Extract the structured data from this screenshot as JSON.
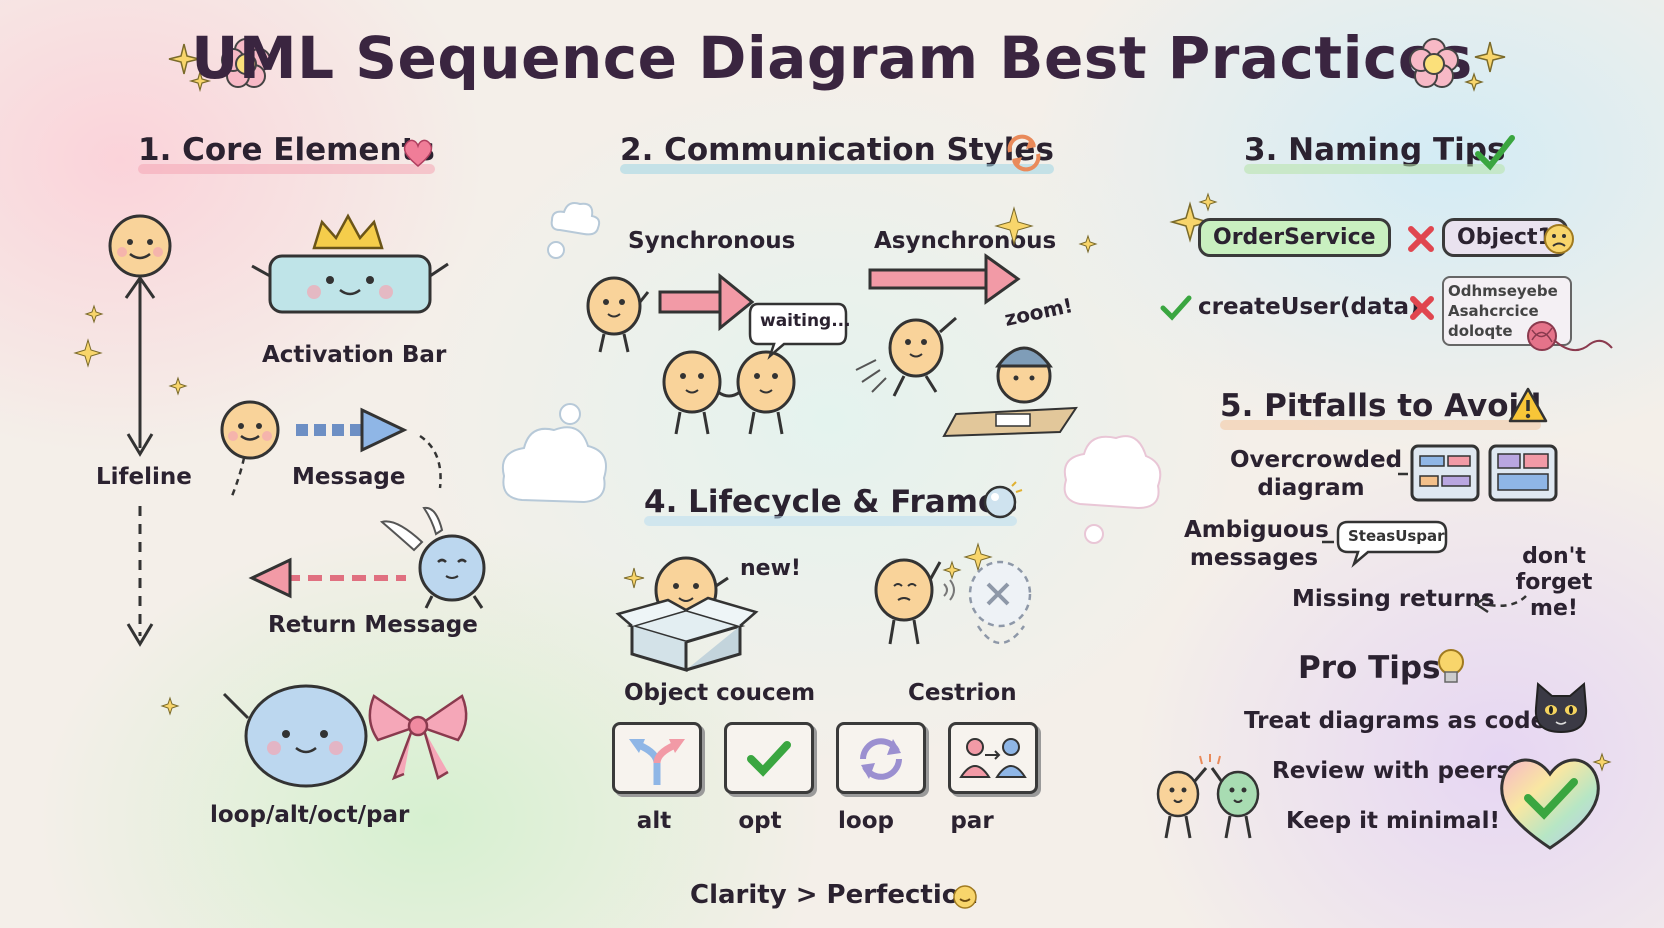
{
  "title": "UML Sequence Diagram Best Practices",
  "sections": {
    "core": {
      "heading": "1. Core Elements",
      "lifeline": "Lifeline",
      "activation_bar": "Activation Bar",
      "message": "Message",
      "return_message": "Return Message",
      "combined_fragments": "loop/alt/oct/par"
    },
    "communication": {
      "heading": "2. Communication Styles",
      "synchronous": "Synchronous",
      "asynchronous": "Asynchronous",
      "waiting_bubble": "waiting...",
      "zoom": "zoom!"
    },
    "naming": {
      "heading": "3. Naming Tips",
      "good_object": "OrderService",
      "bad_object": "Object1",
      "good_message": "createUser(data)",
      "bad_message": "Odhmseyebe Asahcrcice doloqte"
    },
    "lifecycle": {
      "heading": "4. Lifecycle & Frames",
      "new_label": "new!",
      "creation": "Object coucem",
      "destruction": "Cestrion",
      "frames": [
        "alt",
        "opt",
        "loop",
        "par"
      ]
    },
    "pitfalls": {
      "heading": "5. Pitfalls to Avoid",
      "overcrowded": "Overcrowded diagram",
      "ambiguous": "Ambiguous messages",
      "ambiguous_bubble": "SteasUspar",
      "missing_returns": "Missing returns",
      "dont_forget": "don't forget me!"
    },
    "pro_tips": {
      "heading": "Pro Tips",
      "tip1": "Treat diagrams as code!",
      "tip2": "Review with peers!",
      "tip3": "Keep it minimal!"
    }
  },
  "footer": "Clarity > Perfection",
  "colors": {
    "title": "#3a2540",
    "arrow_pink": "#f29aa6",
    "arrow_blue": "#8fb6e6",
    "pill_green": "#c9f0c0",
    "check_green": "#3aa640",
    "cross_red": "#e0464f"
  },
  "icons": [
    "sparkle-icon",
    "flower-icon",
    "heart-icon",
    "cycle-arrows-icon",
    "checkmark-icon",
    "cross-icon",
    "warning-icon",
    "lightbulb-icon",
    "cloud-icon",
    "crown-icon",
    "bow-icon",
    "cat-icon",
    "rainbow-heart-icon"
  ]
}
